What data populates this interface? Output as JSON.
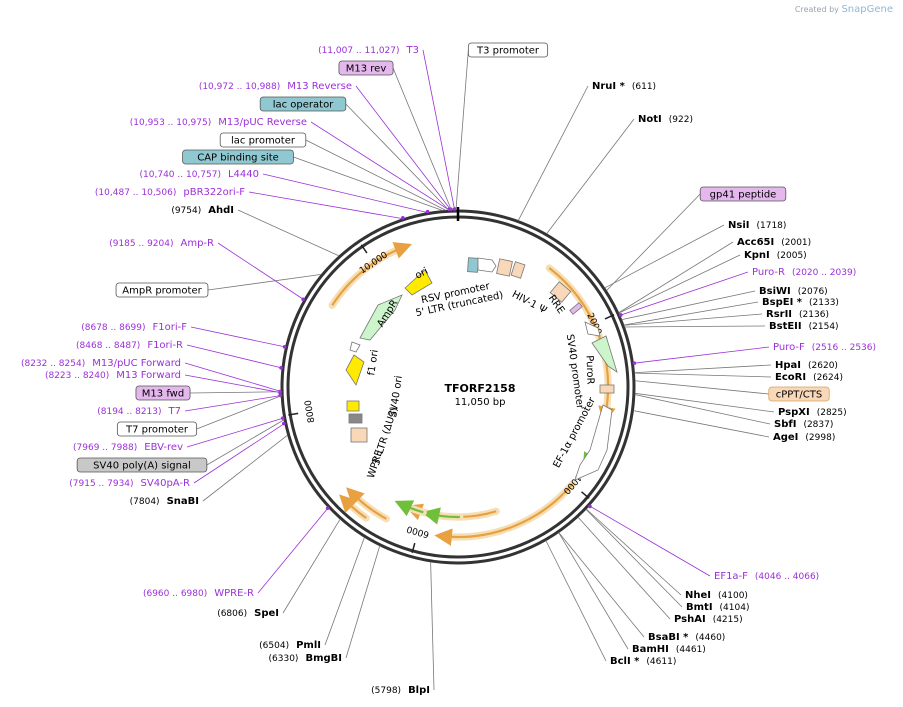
{
  "credit": {
    "prefix": "Created by",
    "brand": "SnapGene"
  },
  "plasmid": {
    "name": "TFORF2158",
    "length_label": "11,050 bp",
    "length_bp": 11050
  },
  "colors": {
    "primer": "#9b30d9",
    "enzyme": "#000000",
    "ring": "#333333",
    "orange": "#e8a040",
    "green_arrow": "#6fbf3a",
    "pale_green": "#ccf5cc",
    "yellow": "#ffea00",
    "peach": "#f8d8b8",
    "cyan_box": "#8fc8d0",
    "violet_box": "#e4b8ec",
    "gray_box": "#c8c8c8"
  },
  "ticks": [
    {
      "bp": 2000,
      "label": "2000"
    },
    {
      "bp": 4000,
      "label": "4000"
    },
    {
      "bp": 6000,
      "label": "6000"
    },
    {
      "bp": 8000,
      "label": "8000"
    },
    {
      "bp": 10000,
      "label": "10,000"
    }
  ],
  "enzymes_right": [
    {
      "name": "NruI *",
      "pos": "(611)",
      "bp": 611
    },
    {
      "name": "NotI",
      "pos": "(922)",
      "bp": 922
    },
    {
      "name": "NsiI",
      "pos": "(1718)",
      "bp": 1718
    },
    {
      "name": "Acc65I",
      "pos": "(2001)",
      "bp": 2001
    },
    {
      "name": "KpnI",
      "pos": "(2005)",
      "bp": 2005
    },
    {
      "name": "BsiWI",
      "pos": "(2076)",
      "bp": 2076
    },
    {
      "name": "BspEI *",
      "pos": "(2133)",
      "bp": 2133
    },
    {
      "name": "RsrII",
      "pos": "(2136)",
      "bp": 2136
    },
    {
      "name": "BstEII",
      "pos": "(2154)",
      "bp": 2154
    },
    {
      "name": "HpaI",
      "pos": "(2620)",
      "bp": 2620
    },
    {
      "name": "EcoRI",
      "pos": "(2624)",
      "bp": 2624
    },
    {
      "name": "PspXI",
      "pos": "(2825)",
      "bp": 2825
    },
    {
      "name": "SbfI",
      "pos": "(2837)",
      "bp": 2837
    },
    {
      "name": "AgeI",
      "pos": "(2998)",
      "bp": 2998
    },
    {
      "name": "NheI",
      "pos": "(4100)",
      "bp": 4100
    },
    {
      "name": "BmtI",
      "pos": "(4104)",
      "bp": 4104
    },
    {
      "name": "PshAI",
      "pos": "(4215)",
      "bp": 4215
    },
    {
      "name": "BsaBI *",
      "pos": "(4460)",
      "bp": 4460
    },
    {
      "name": "BamHI",
      "pos": "(4461)",
      "bp": 4461
    },
    {
      "name": "BclI *",
      "pos": "(4611)",
      "bp": 4611
    }
  ],
  "enzymes_left": [
    {
      "name": "BlpI",
      "pos": "(5798)",
      "bp": 5798
    },
    {
      "name": "BmgBI",
      "pos": "(6330)",
      "bp": 6330
    },
    {
      "name": "PmlI",
      "pos": "(6504)",
      "bp": 6504
    },
    {
      "name": "SpeI",
      "pos": "(6806)",
      "bp": 6806
    },
    {
      "name": "SnaBI",
      "pos": "(7804)",
      "bp": 7804
    },
    {
      "name": "AhdI",
      "pos": "(9754)",
      "bp": 9754
    }
  ],
  "primers": [
    {
      "name": "T3",
      "range": "(11,007 .. 11,027)",
      "bp": 11017
    },
    {
      "name": "M13 Reverse",
      "range": "(10,972 .. 10,988)",
      "bp": 10980
    },
    {
      "name": "M13/pUC Reverse",
      "range": "(10,953 .. 10,975)",
      "bp": 10964
    },
    {
      "name": "L4440",
      "range": "(10,740 .. 10,757)",
      "bp": 10748
    },
    {
      "name": "pBR322ori-F",
      "range": "(10,487 .. 10,506)",
      "bp": 10496
    },
    {
      "name": "Amp-R",
      "range": "(9185 .. 9204)",
      "bp": 9194
    },
    {
      "name": "F1ori-F",
      "range": "(8678 .. 8699)",
      "bp": 8688
    },
    {
      "name": "F1ori-R",
      "range": "(8468 .. 8487)",
      "bp": 8477
    },
    {
      "name": "M13/pUC Forward",
      "range": "(8232 .. 8254)",
      "bp": 8243
    },
    {
      "name": "M13 Forward",
      "range": "(8223 .. 8240)",
      "bp": 8231
    },
    {
      "name": "T7",
      "range": "(8194 .. 8213)",
      "bp": 8203
    },
    {
      "name": "EBV-rev",
      "range": "(7969 .. 7988)",
      "bp": 7978
    },
    {
      "name": "SV40pA-R",
      "range": "(7915 .. 7934)",
      "bp": 7924
    },
    {
      "name": "WPRE-R",
      "range": "(6960 .. 6980)",
      "bp": 6970
    },
    {
      "name": "Puro-R",
      "range": "(2020 .. 2039)",
      "bp": 2030
    },
    {
      "name": "Puro-F",
      "range": "(2516 .. 2536)",
      "bp": 2526
    },
    {
      "name": "EF1a-F",
      "range": "(4046 .. 4066)",
      "bp": 4056
    }
  ],
  "boxed_labels": [
    {
      "name": "T3 promoter",
      "style": "white",
      "bp": 11030
    },
    {
      "name": "M13 rev",
      "style": "violet",
      "bp": 10985
    },
    {
      "name": "lac operator",
      "style": "cyan",
      "bp": 10960
    },
    {
      "name": "lac promoter",
      "style": "white",
      "bp": 10930
    },
    {
      "name": "CAP binding site",
      "style": "cyan",
      "bp": 10900
    },
    {
      "name": "AmpR promoter",
      "style": "white",
      "bp": 9500
    },
    {
      "name": "M13 fwd",
      "style": "violet",
      "bp": 8240
    },
    {
      "name": "T7 promoter",
      "style": "white",
      "bp": 8200
    },
    {
      "name": "SV40 poly(A) signal",
      "style": "gray",
      "bp": 7960
    },
    {
      "name": "gp41 peptide",
      "style": "violet",
      "bp": 1750
    },
    {
      "name": "cPPT/CTS",
      "style": "peach",
      "bp": 2700
    }
  ],
  "features": [
    {
      "name": "RSV promoter",
      "kind": "inside_label"
    },
    {
      "name": "5' LTR (truncated)",
      "kind": "inside_label"
    },
    {
      "name": "HIV-1 Ψ",
      "kind": "inside_label"
    },
    {
      "name": "RRE",
      "kind": "inside_label"
    },
    {
      "name": "PuroR",
      "kind": "inside_label"
    },
    {
      "name": "SV40 promoter",
      "kind": "inside_label"
    },
    {
      "name": "EF-1α promoter",
      "kind": "inside_label"
    },
    {
      "name": "WPRE",
      "kind": "inside_label"
    },
    {
      "name": "3' LTR (ΔU3)",
      "kind": "inside_label"
    },
    {
      "name": "SV40 ori",
      "kind": "inside_label"
    },
    {
      "name": "f1 ori",
      "kind": "inside_label"
    },
    {
      "name": "AmpR",
      "kind": "inside_label"
    },
    {
      "name": "ori",
      "kind": "inside_label"
    }
  ]
}
